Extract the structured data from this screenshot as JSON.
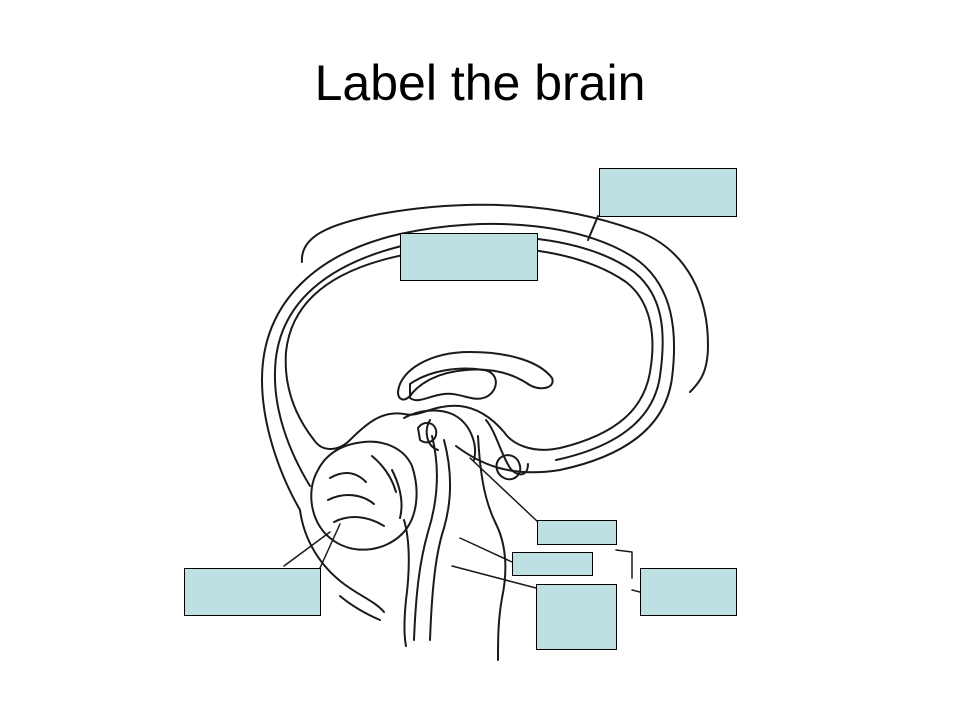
{
  "slide": {
    "title": "Label the brain"
  },
  "colors": {
    "label_box_fill": "#bfe0e3",
    "line": "#1a1a1a"
  },
  "label_boxes": [
    {
      "id": "box-top-right",
      "text": ""
    },
    {
      "id": "box-top-center",
      "text": ""
    },
    {
      "id": "box-mid-right",
      "text": ""
    },
    {
      "id": "box-mid-small",
      "text": ""
    },
    {
      "id": "box-bottom-center",
      "text": ""
    },
    {
      "id": "box-bottom-left",
      "text": ""
    },
    {
      "id": "box-bottom-right",
      "text": ""
    }
  ]
}
